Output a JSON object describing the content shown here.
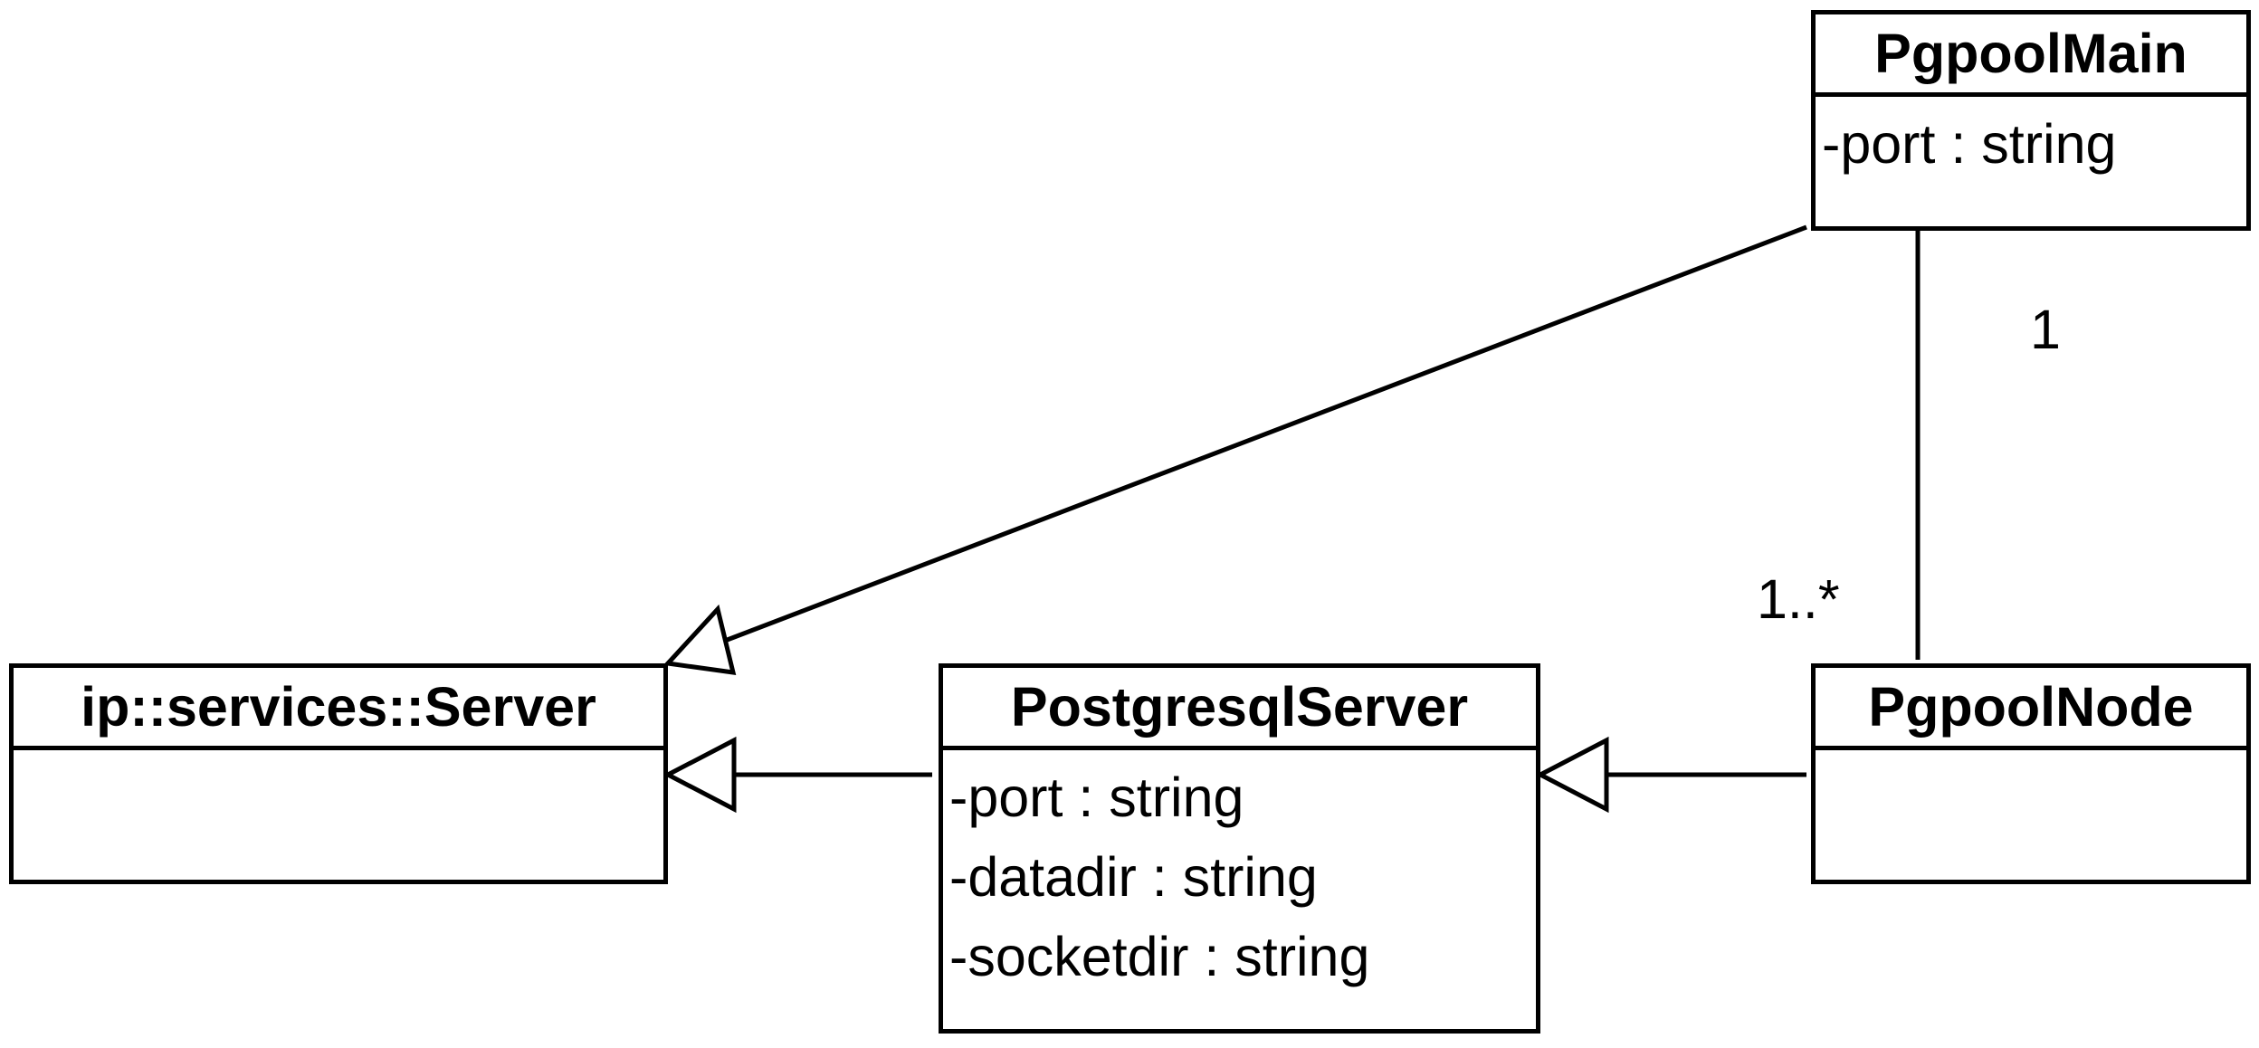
{
  "classes": {
    "pgpool_main": {
      "name": "PgpoolMain",
      "attributes": [
        "-port : string"
      ]
    },
    "server": {
      "name": "ip::services::Server",
      "attributes": []
    },
    "postgresql_server": {
      "name": "PostgresqlServer",
      "attributes": [
        "-port : string",
        "-datadir : string",
        "-socketdir : string"
      ]
    },
    "pgpool_node": {
      "name": "PgpoolNode",
      "attributes": []
    }
  },
  "relations": {
    "association": {
      "source_multiplicity": "1",
      "target_multiplicity": "1..*"
    }
  },
  "colors": {
    "stroke": "#000000",
    "background": "#ffffff"
  }
}
